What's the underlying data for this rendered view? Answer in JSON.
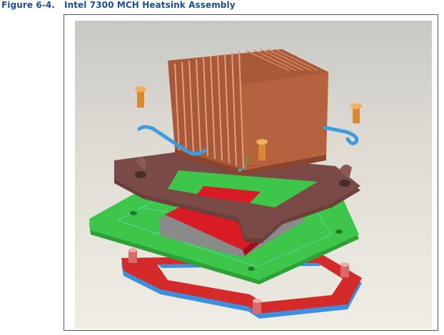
{
  "figure": {
    "number": "Figure 6-4.",
    "title": "Intel 7300 MCH Heatsink Assembly"
  },
  "illustration": {
    "content": "3D exploded view of heatsink assembly",
    "colors": {
      "heatsink_fins": "#b5623e",
      "retention_frame": "#7a4a46",
      "board": "#3ec64a",
      "die_package": "#d81b25",
      "backplate_red": "#d42a2a",
      "backplate_blue": "#3d8fdc",
      "clips_blue": "#3d9be0",
      "screws": "#e2993a"
    }
  }
}
